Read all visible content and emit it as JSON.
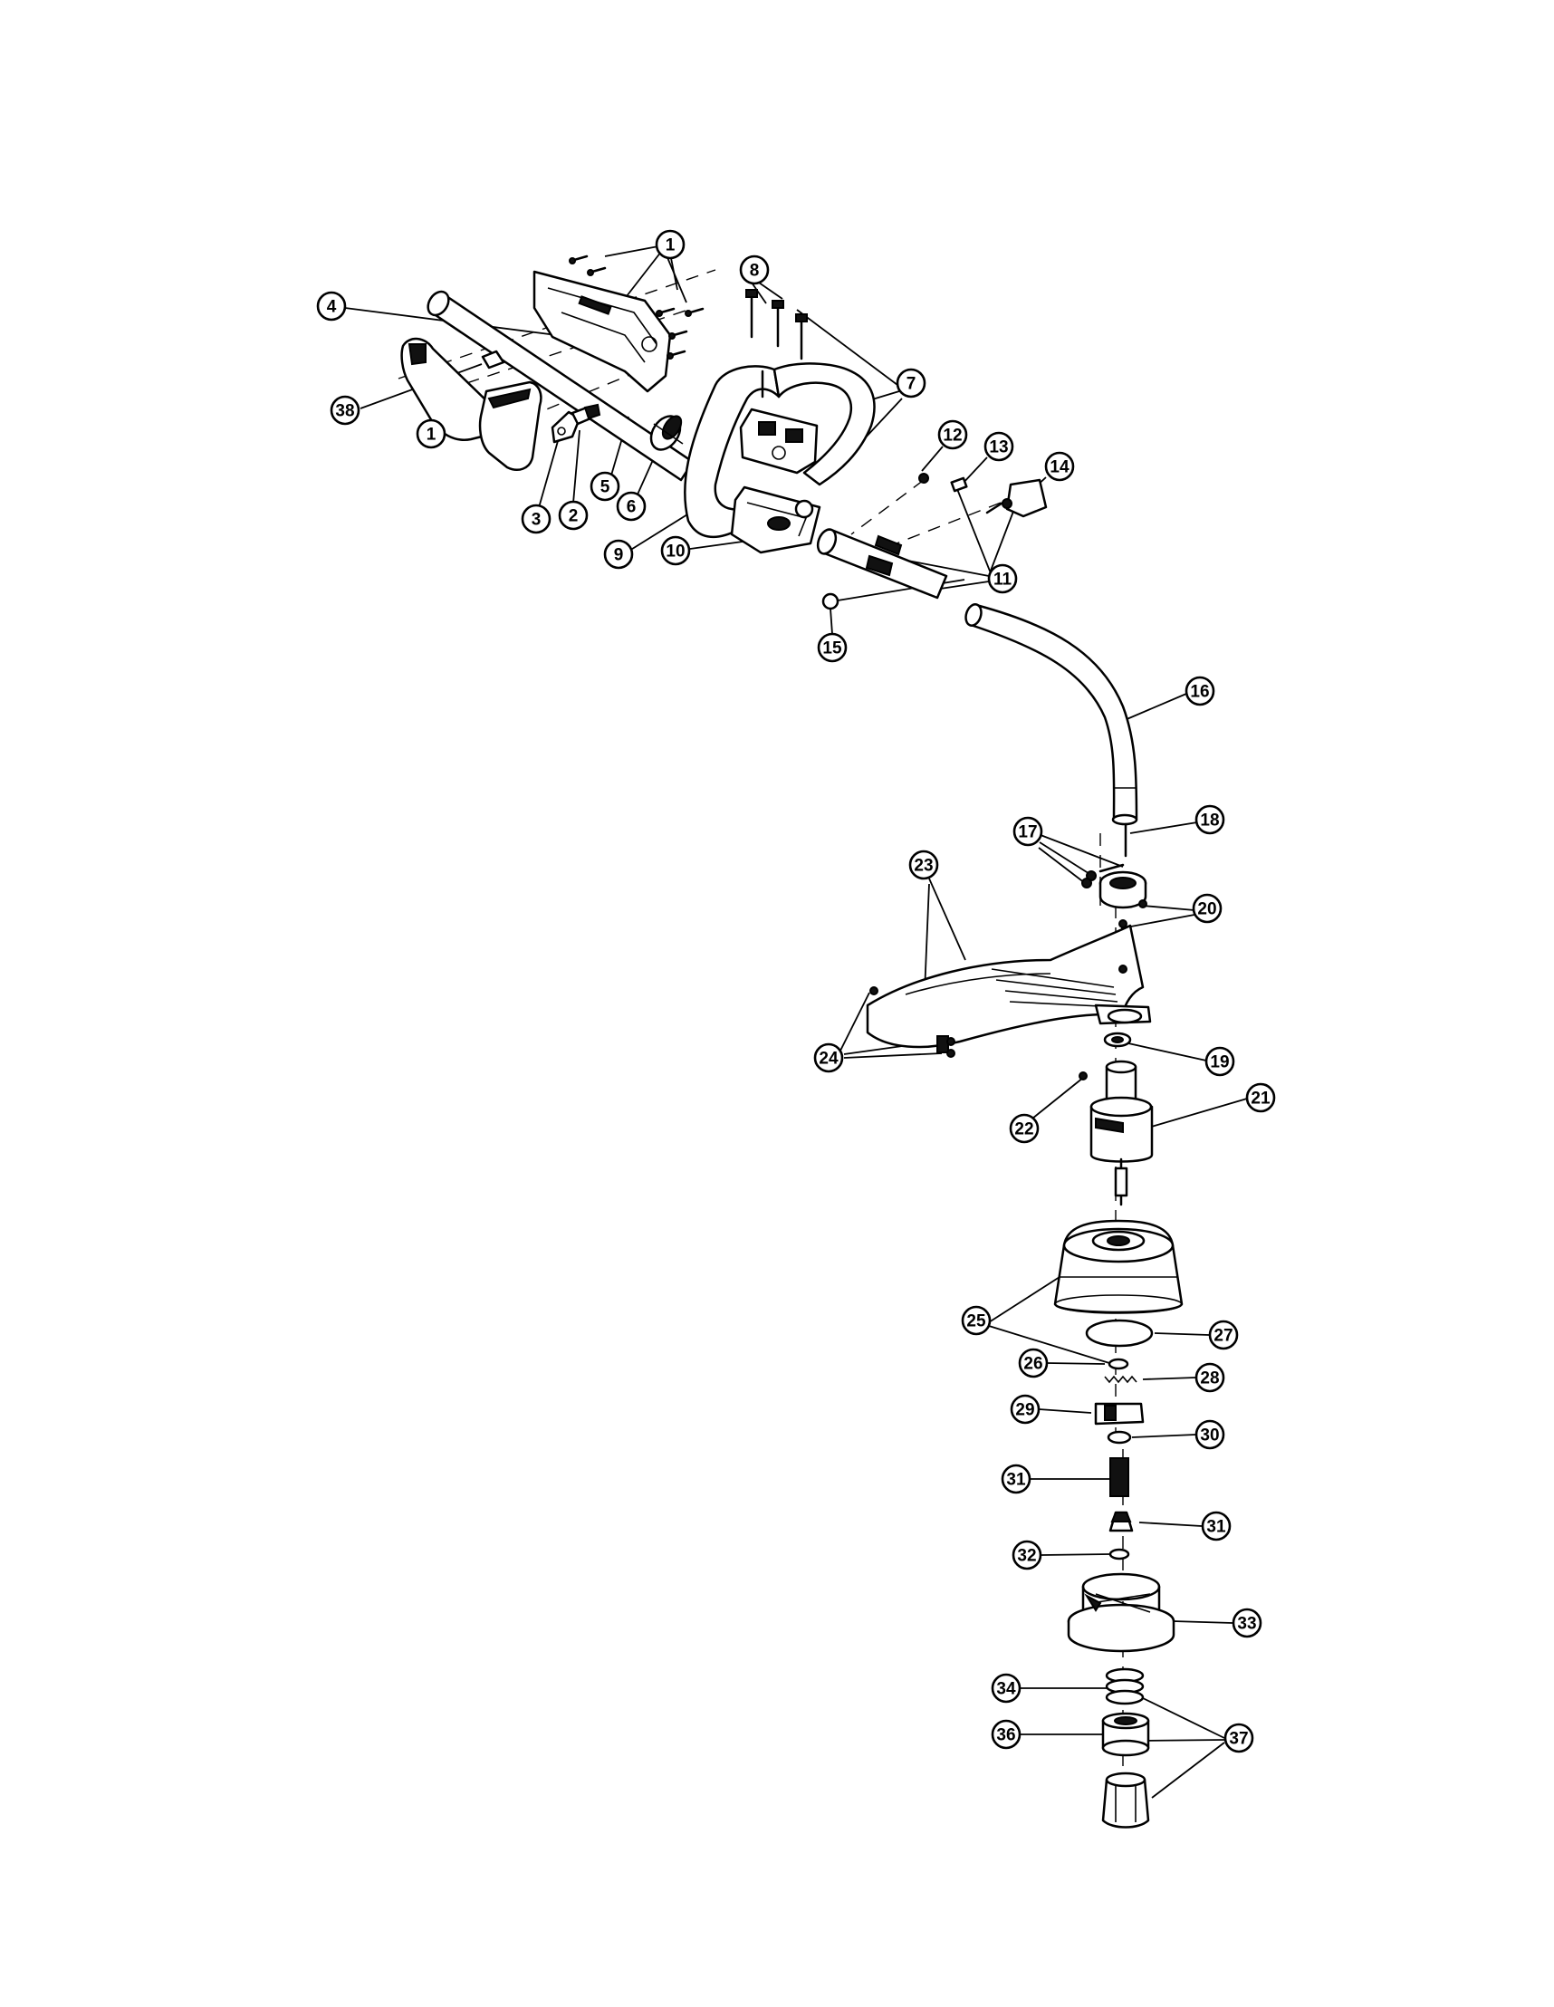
{
  "callouts": [
    {
      "id": "c1a",
      "label": "1"
    },
    {
      "id": "c4",
      "label": "4"
    },
    {
      "id": "c38",
      "label": "38"
    },
    {
      "id": "c1b",
      "label": "1"
    },
    {
      "id": "c3",
      "label": "3"
    },
    {
      "id": "c2",
      "label": "2"
    },
    {
      "id": "c5",
      "label": "5"
    },
    {
      "id": "c6",
      "label": "6"
    },
    {
      "id": "c9",
      "label": "9"
    },
    {
      "id": "c10",
      "label": "10"
    },
    {
      "id": "c8",
      "label": "8"
    },
    {
      "id": "c7",
      "label": "7"
    },
    {
      "id": "c12",
      "label": "12"
    },
    {
      "id": "c13",
      "label": "13"
    },
    {
      "id": "c14",
      "label": "14"
    },
    {
      "id": "c11",
      "label": "11"
    },
    {
      "id": "c15",
      "label": "15"
    },
    {
      "id": "c16",
      "label": "16"
    },
    {
      "id": "c17",
      "label": "17"
    },
    {
      "id": "c18",
      "label": "18"
    },
    {
      "id": "c23",
      "label": "23"
    },
    {
      "id": "c20",
      "label": "20"
    },
    {
      "id": "c24",
      "label": "24"
    },
    {
      "id": "c19",
      "label": "19"
    },
    {
      "id": "c21",
      "label": "21"
    },
    {
      "id": "c22",
      "label": "22"
    },
    {
      "id": "c25",
      "label": "25"
    },
    {
      "id": "c27",
      "label": "27"
    },
    {
      "id": "c26",
      "label": "26"
    },
    {
      "id": "c28",
      "label": "28"
    },
    {
      "id": "c29",
      "label": "29"
    },
    {
      "id": "c30",
      "label": "30"
    },
    {
      "id": "c31a",
      "label": "31"
    },
    {
      "id": "c31b",
      "label": "31"
    },
    {
      "id": "c32",
      "label": "32"
    },
    {
      "id": "c33",
      "label": "33"
    },
    {
      "id": "c34",
      "label": "34"
    },
    {
      "id": "c36",
      "label": "36"
    },
    {
      "id": "c37",
      "label": "37"
    }
  ]
}
